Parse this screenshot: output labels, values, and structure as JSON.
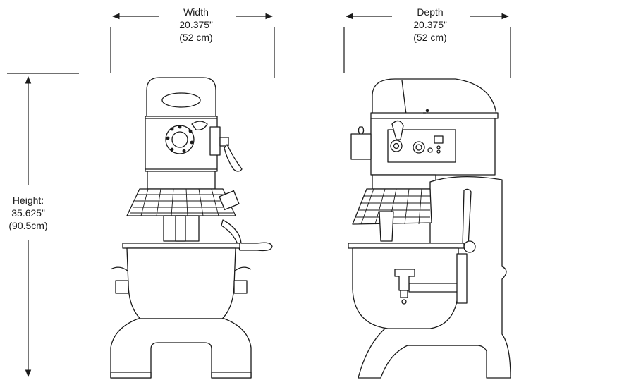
{
  "dimensions": {
    "width": {
      "label": "Width",
      "imperial": "20.375”",
      "metric": "(52 cm)"
    },
    "depth": {
      "label": "Depth",
      "imperial": "20.375”",
      "metric": "(52 cm)"
    },
    "height": {
      "label": "Height:",
      "imperial": "35.625”",
      "metric": "(90.5cm)"
    }
  },
  "colors": {
    "line": "#1a1a1a",
    "background": "#ffffff"
  }
}
